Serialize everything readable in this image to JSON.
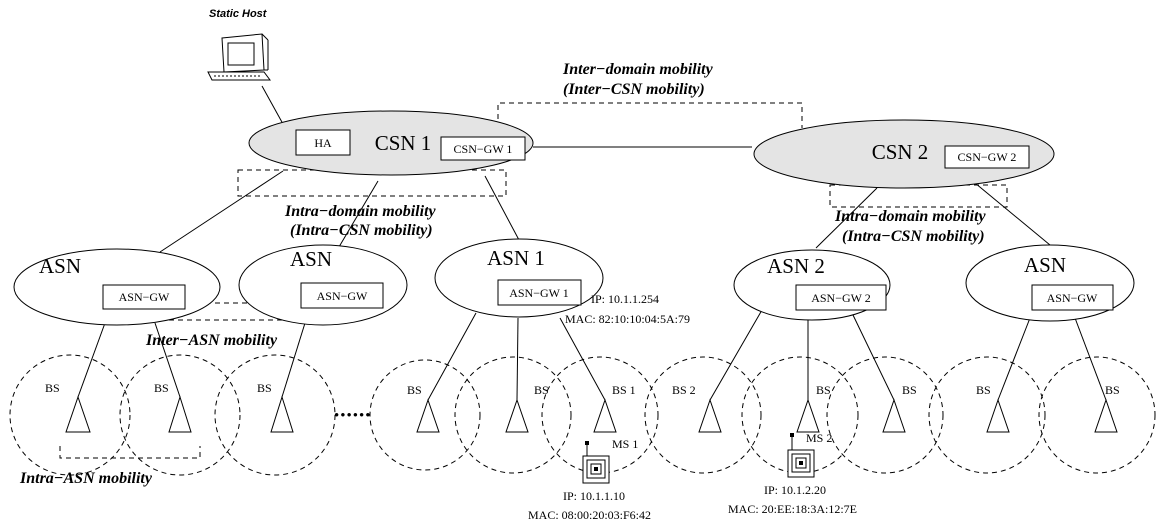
{
  "static_host": {
    "label": "Static Host"
  },
  "csn1": {
    "label": "CSN 1",
    "ha_label": "HA",
    "gw_label": "CSN−GW 1"
  },
  "csn2": {
    "label": "CSN 2",
    "gw_label": "CSN−GW 2"
  },
  "asn_a": {
    "label": "ASN",
    "gw_label": "ASN−GW"
  },
  "asn_b": {
    "label": "ASN",
    "gw_label": "ASN−GW"
  },
  "asn1": {
    "label": "ASN 1",
    "gw_label": "ASN−GW 1",
    "ip": "IP: 10.1.1.254",
    "mac": "MAC: 82:10:10:04:5A:79"
  },
  "asn2": {
    "label": "ASN 2",
    "gw_label": "ASN−GW 2"
  },
  "asn_c": {
    "label": "ASN",
    "gw_label": "ASN−GW"
  },
  "mobility": {
    "inter_domain_1": "Inter−domain mobility",
    "inter_domain_2": "(Inter−CSN mobility)",
    "intra_domain_1": "Intra−domain mobility",
    "intra_domain_2": "(Intra−CSN mobility)",
    "inter_asn": "Inter−ASN mobility",
    "intra_asn": "Intra−ASN mobility"
  },
  "bs_labels": {
    "bs_a": "BS",
    "bs_b": "BS",
    "bs_c": "BS",
    "bs_d": "BS",
    "bs_e": "BS",
    "bs1": "BS 1",
    "bs2": "BS 2",
    "bs_f": "BS",
    "bs_g": "BS",
    "bs_h": "BS",
    "bs_i": "BS"
  },
  "ellipsis": "••••••",
  "ms1": {
    "label": "MS 1",
    "ip": "IP: 10.1.1.10",
    "mac": "MAC: 08:00:20:03:F6:42"
  },
  "ms2": {
    "label": "MS 2",
    "ip": "IP: 10.1.2.20",
    "mac": "MAC: 20:EE:18:3A:12:7E"
  }
}
